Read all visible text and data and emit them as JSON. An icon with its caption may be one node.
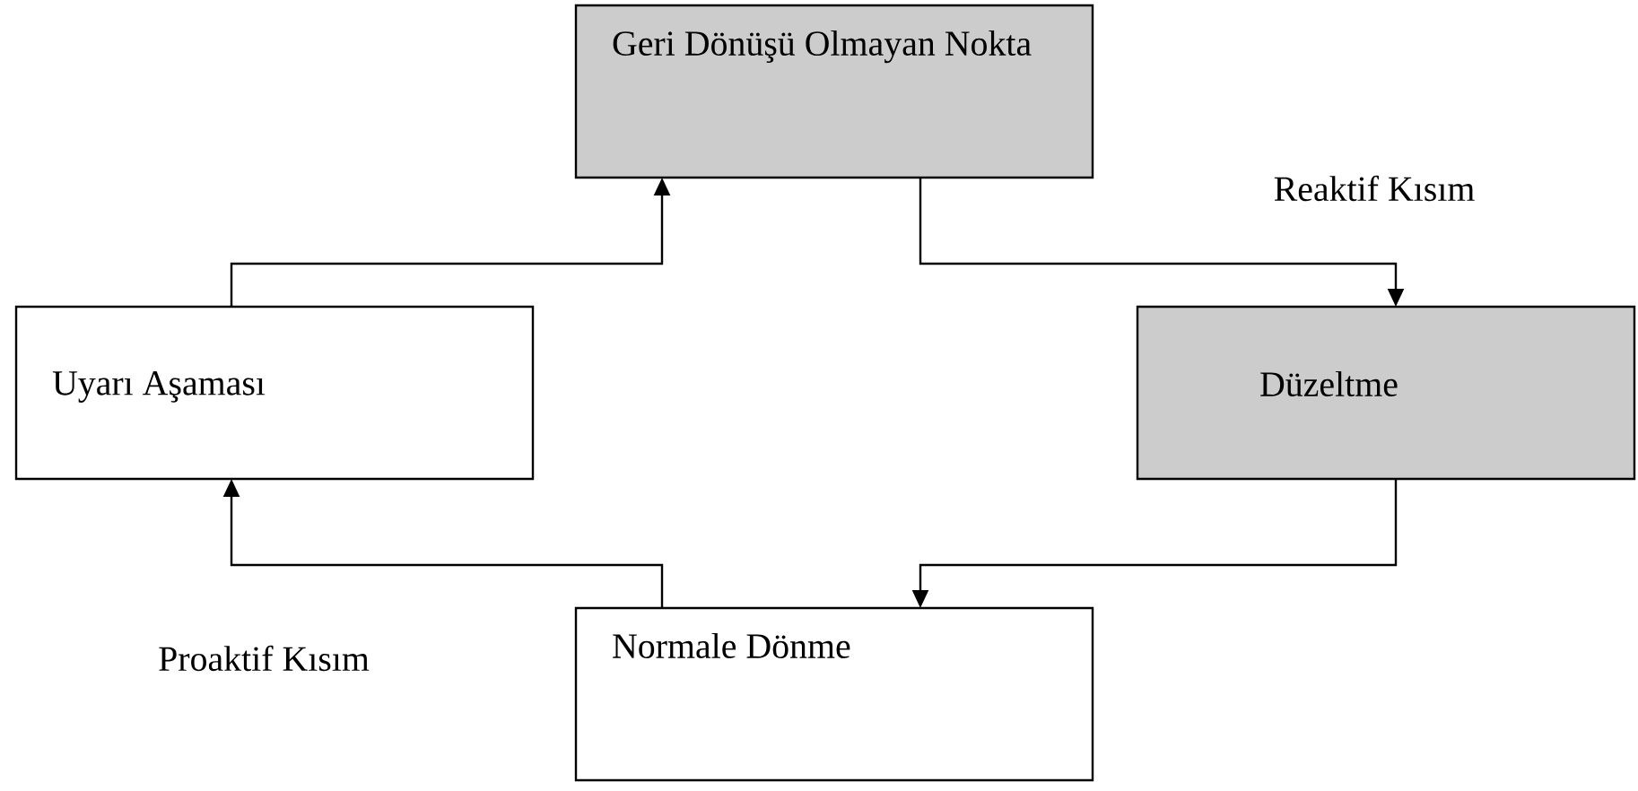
{
  "diagram": {
    "nodes": [
      {
        "text": [
          "Geri Dönüşü Olmayan Nokta"
        ]
      },
      {
        "text": [
          "Uyarı Aşaması"
        ]
      },
      {
        "text": [
          "Düzeltme"
        ]
      },
      {
        "text": [
          "Normale Dönme"
        ]
      }
    ],
    "edges": [
      {
        "from": 3,
        "to": 1,
        "arrow": "to"
      },
      {
        "from": 1,
        "to": 0,
        "arrow": "to"
      },
      {
        "from": 0,
        "to": 2,
        "arrow": "to"
      },
      {
        "from": 2,
        "to": 3,
        "arrow": "to"
      }
    ],
    "labels": [
      "Reaktif Kısım",
      "Proaktif Kısım"
    ]
  }
}
